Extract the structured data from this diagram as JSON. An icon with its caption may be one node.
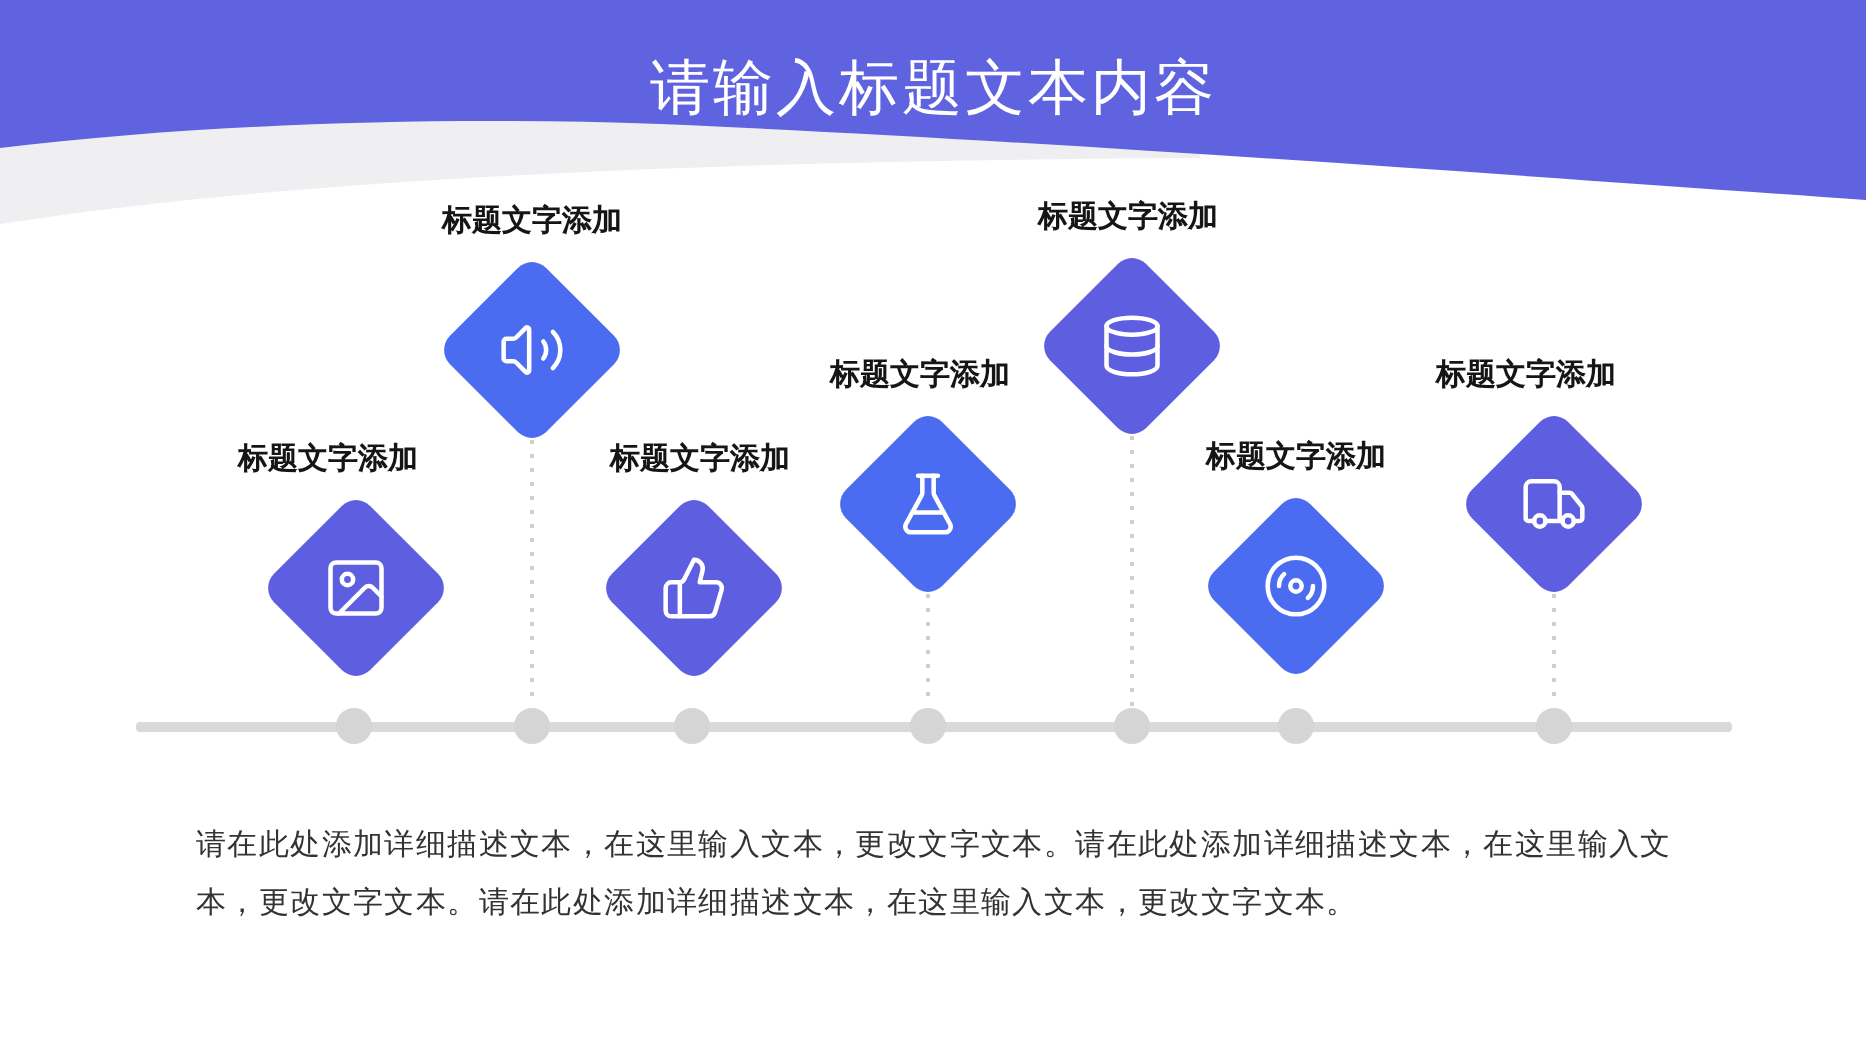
{
  "diagram": {
    "title": "请输入标题文本内容",
    "nodes": [
      {
        "text": [
          "标题文字添加"
        ]
      },
      {
        "text": [
          "标题文字添加"
        ]
      },
      {
        "text": [
          "标题文字添加"
        ]
      },
      {
        "text": [
          "标题文字添加"
        ]
      },
      {
        "text": [
          "标题文字添加"
        ]
      },
      {
        "text": [
          "标题文字添加"
        ]
      },
      {
        "text": [
          "标题文字添加"
        ]
      },
      {
        "text": [],
        "shape": "circle"
      },
      {
        "text": [],
        "shape": "circle"
      },
      {
        "text": [],
        "shape": "circle"
      },
      {
        "text": [],
        "shape": "circle"
      },
      {
        "text": [],
        "shape": "circle"
      },
      {
        "text": [],
        "shape": "circle"
      },
      {
        "text": [],
        "shape": "circle"
      }
    ],
    "edges": [
      {
        "from": 1,
        "to": 8,
        "arrow": "none",
        "style": "dashed"
      },
      {
        "from": 3,
        "to": 10,
        "arrow": "none",
        "style": "dashed"
      },
      {
        "from": 4,
        "to": 11,
        "arrow": "none",
        "style": "dashed"
      },
      {
        "from": 6,
        "to": 13,
        "arrow": "none",
        "style": "dashed"
      }
    ],
    "labels": [
      "请在此处添加详细描述文本，在这里输入文本，更改文字文本。请在此处添加详细描述文本，在这里输入文本，更改文字文本。请在此处添加详细描述文本，在这里输入文本，更改文字文本。"
    ]
  }
}
